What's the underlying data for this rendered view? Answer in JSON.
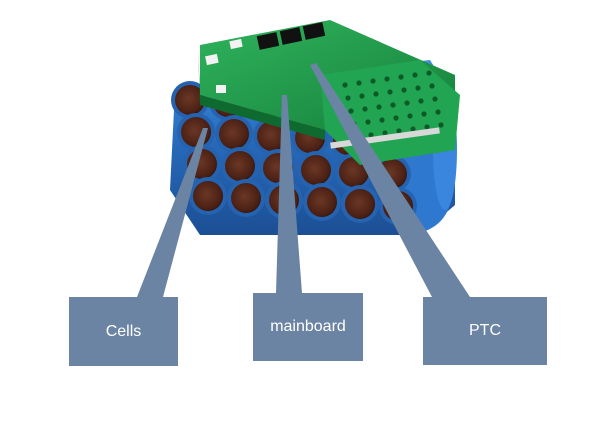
{
  "image_subject": "battery-pack-with-bms-board",
  "callouts": {
    "cells": {
      "label": "Cells"
    },
    "mainboard": {
      "label": "mainboard"
    },
    "ptc": {
      "label": "PTC"
    }
  },
  "colors": {
    "callout_fill": "#6b84a3",
    "callout_text": "#ffffff",
    "cell_wrap": "#2b6fbf",
    "cell_top": "#5a2a1c",
    "pcb": "#1f9a4a",
    "background": "#ffffff"
  }
}
